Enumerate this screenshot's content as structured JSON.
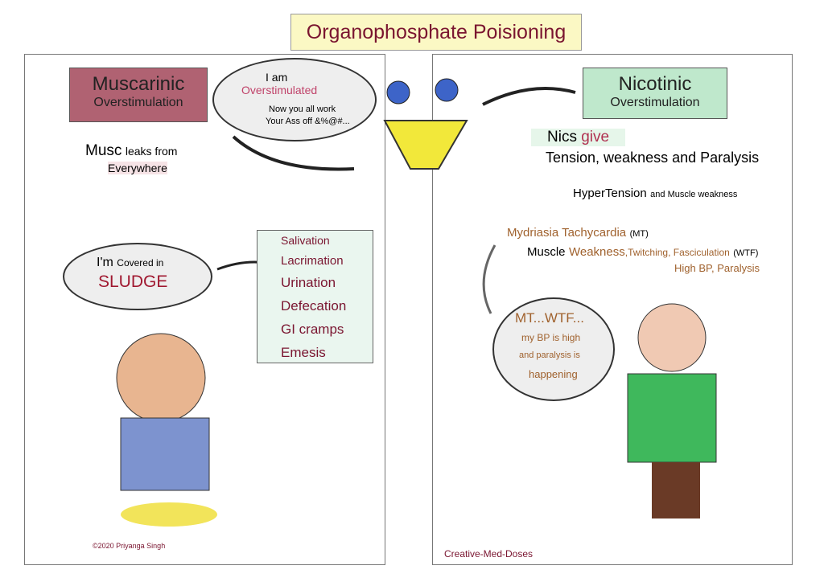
{
  "title": "Organophosphate Poisioning",
  "muscarinic": {
    "heading": "Muscarinic",
    "sub": "Overstimulation",
    "note_a": "Musc",
    "note_b": "leaks from",
    "note_c": "Everywhere",
    "bubble_a": "I'm",
    "bubble_b": "Covered in",
    "bubble_c": "SLUDGE",
    "sludge": [
      "Salivation",
      "Lacrimation",
      "Urination",
      "Defecation",
      "GI cramps",
      "Emesis"
    ],
    "credit": "©2020 Priyanga Singh"
  },
  "center_bubble": {
    "line1": "I am",
    "line2": "Overstimulated",
    "line3": "Now you all work",
    "line4": "Your Ass off &%@#..."
  },
  "nicotinic": {
    "heading": "Nicotinic",
    "sub": "Overstimulation",
    "nics_a": "Nics",
    "nics_b": "give",
    "nics_c": "Tension, weakness and Paralysis",
    "ht_a": "HyperTension",
    "ht_b": "and Muscle weakness",
    "mt_a": "Mydriasia Tachycardia",
    "mt_b": "(MT)",
    "wtf_a": "Muscle",
    "wtf_b": "Weakness",
    "wtf_c": ",Twitching, Fasciculation",
    "wtf_d": "(WTF)",
    "bp": "High BP, Paralysis",
    "thought": [
      "MT...WTF...",
      "my BP is high",
      "and paralysis is",
      "happening"
    ],
    "credit": "Creative-Med-Doses"
  }
}
